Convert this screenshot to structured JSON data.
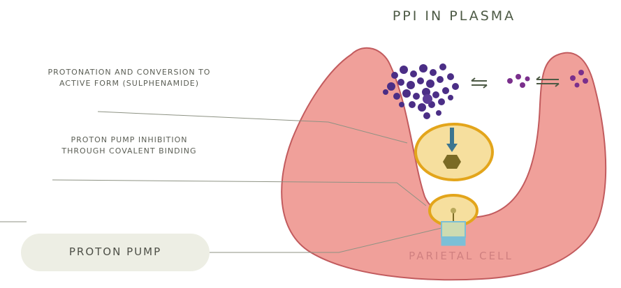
{
  "diagram": {
    "title": "PPI IN PLASMA",
    "label_protonation": "PROTONATION AND CONVERSION TO ACTIVE FORM (SULPHENAMIDE)",
    "label_inhibition": "PROTON PUMP INHIBITION THROUGH COVALENT BINDING",
    "label_pump": "PROTON PUMP",
    "label_cell": "PARIETAL CELL",
    "colors": {
      "cell_fill": "#f0a09a",
      "cell_stroke": "#c25b5e",
      "ring": "#e3a51b",
      "ellipse_fill": "#f6df9e",
      "molecule_dark": "#4b2e86",
      "molecule_light": "#7a2f8c",
      "drug": "#7a6a25",
      "arrow": "#3c7590",
      "line": "#8d9283",
      "pump_box": "#cddbb1",
      "pump_blue": "#7bbfd6"
    }
  }
}
